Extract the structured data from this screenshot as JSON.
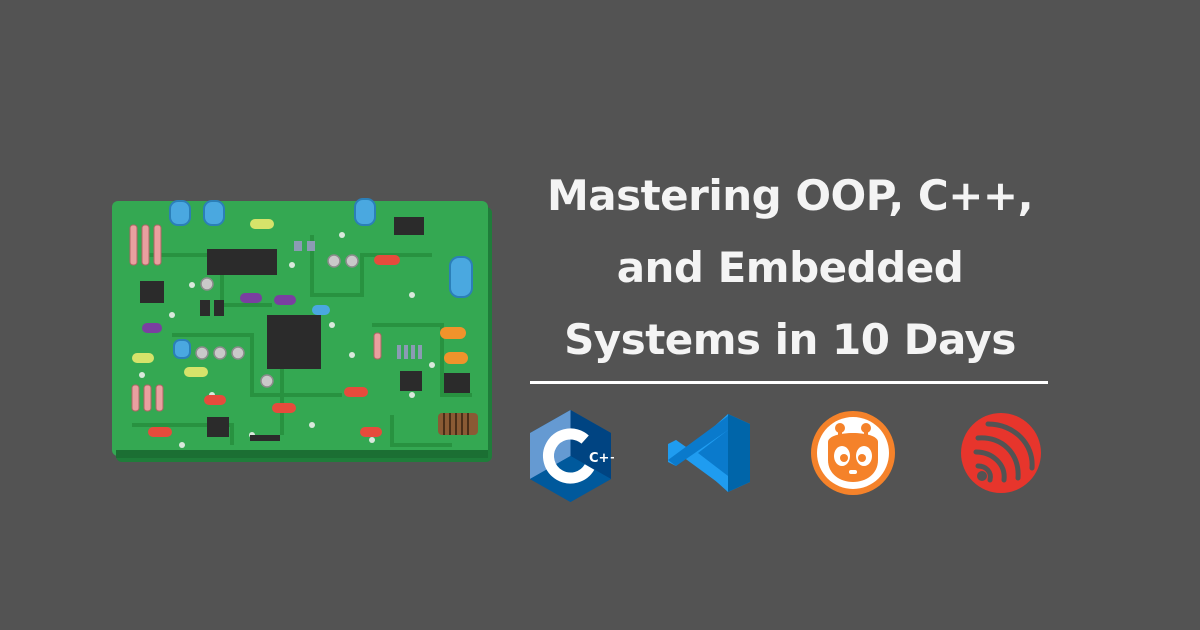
{
  "title": {
    "line1": "Mastering OOP, C++,",
    "line2": "and Embedded",
    "line3": "Systems in 10 Days"
  },
  "logos": {
    "cpp": {
      "icon": "cpp-logo-icon",
      "text": "C++",
      "color": "#00599C"
    },
    "vscode": {
      "icon": "vscode-logo-icon",
      "color": "#0a7acc"
    },
    "platformio": {
      "icon": "platformio-logo-icon",
      "color": "#f5822a"
    },
    "espressif": {
      "icon": "espressif-logo-icon",
      "color": "#e7352c"
    }
  },
  "colors": {
    "background": "#535353",
    "text": "#f4f4f4",
    "board_green": "#34a852"
  }
}
